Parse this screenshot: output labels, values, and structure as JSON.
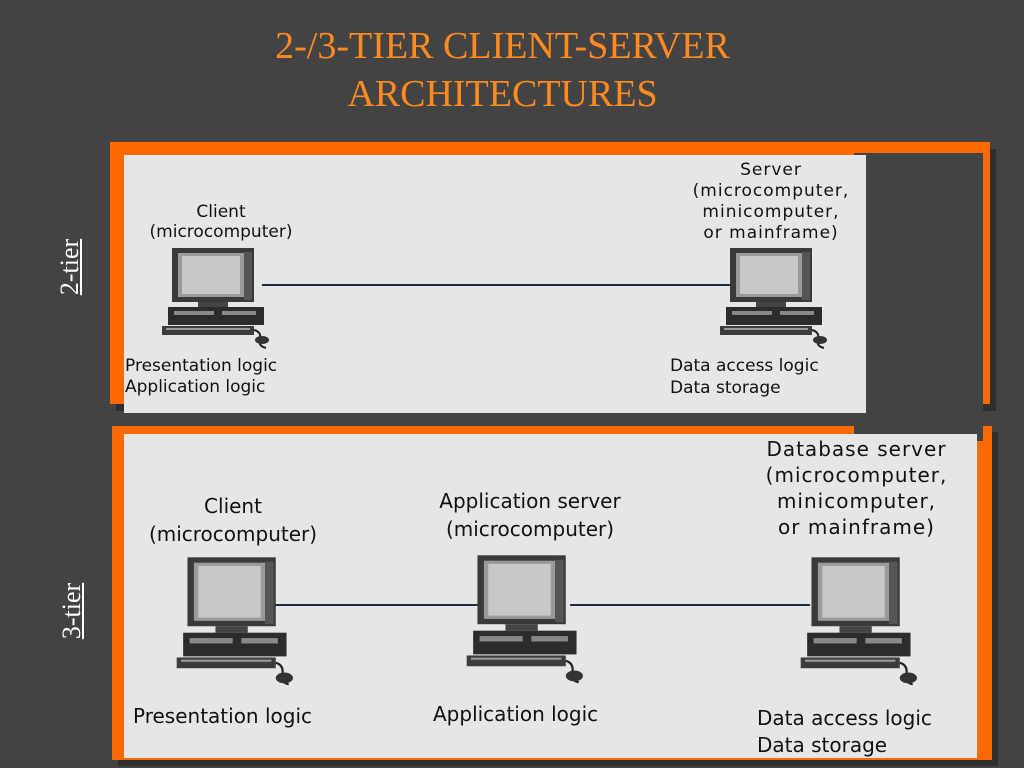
{
  "title": {
    "line1": "2-/3-TIER CLIENT-SERVER",
    "line2": "ARCHITECTURES"
  },
  "colors": {
    "accent": "#ff6a00",
    "title": "#ff8a1f",
    "background": "#434343",
    "panel": "#e6e6e6"
  },
  "two_tier": {
    "side_label": "2-tier",
    "client": {
      "title1": "Client",
      "title2": "(microcomputer)",
      "role1": "Presentation logic",
      "role2": "Application logic"
    },
    "server": {
      "title1": "Server",
      "title2": "(microcomputer,",
      "title3": "minicomputer,",
      "title4": "or mainframe)",
      "role1": "Data access logic",
      "role2": "Data storage"
    }
  },
  "three_tier": {
    "side_label": "3-tier",
    "client": {
      "title1": "Client",
      "title2": "(microcomputer)",
      "role1": "Presentation logic"
    },
    "app_server": {
      "title1": "Application server",
      "title2": "(microcomputer)",
      "role1": "Application logic"
    },
    "db_server": {
      "title1": "Database server",
      "title2": "(microcomputer,",
      "title3": "minicomputer,",
      "title4": "or mainframe)",
      "role1": "Data access logic",
      "role2": "Data storage"
    }
  }
}
